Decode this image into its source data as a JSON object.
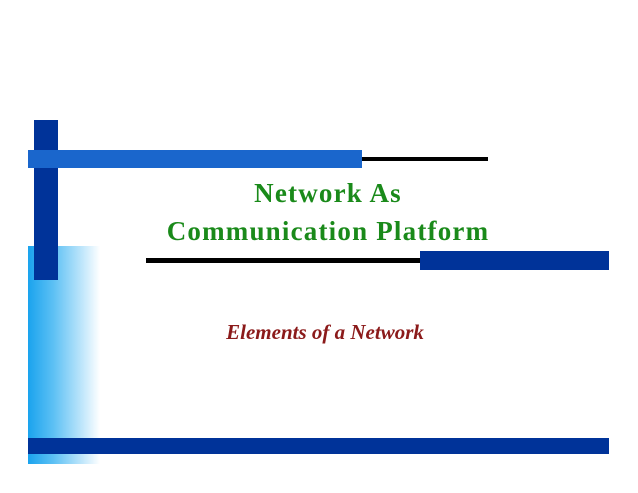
{
  "slide": {
    "title_line1": "Network As",
    "title_line2": "Communication Platform",
    "subtitle": "Elements of a Network"
  },
  "colors": {
    "title": "#1a8a1a",
    "subtitle": "#8b1a1a",
    "dark_blue": "#003399",
    "mid_blue": "#1a66cc",
    "light_blue_gradient": "#1aa3ee",
    "black_line": "#000000"
  }
}
